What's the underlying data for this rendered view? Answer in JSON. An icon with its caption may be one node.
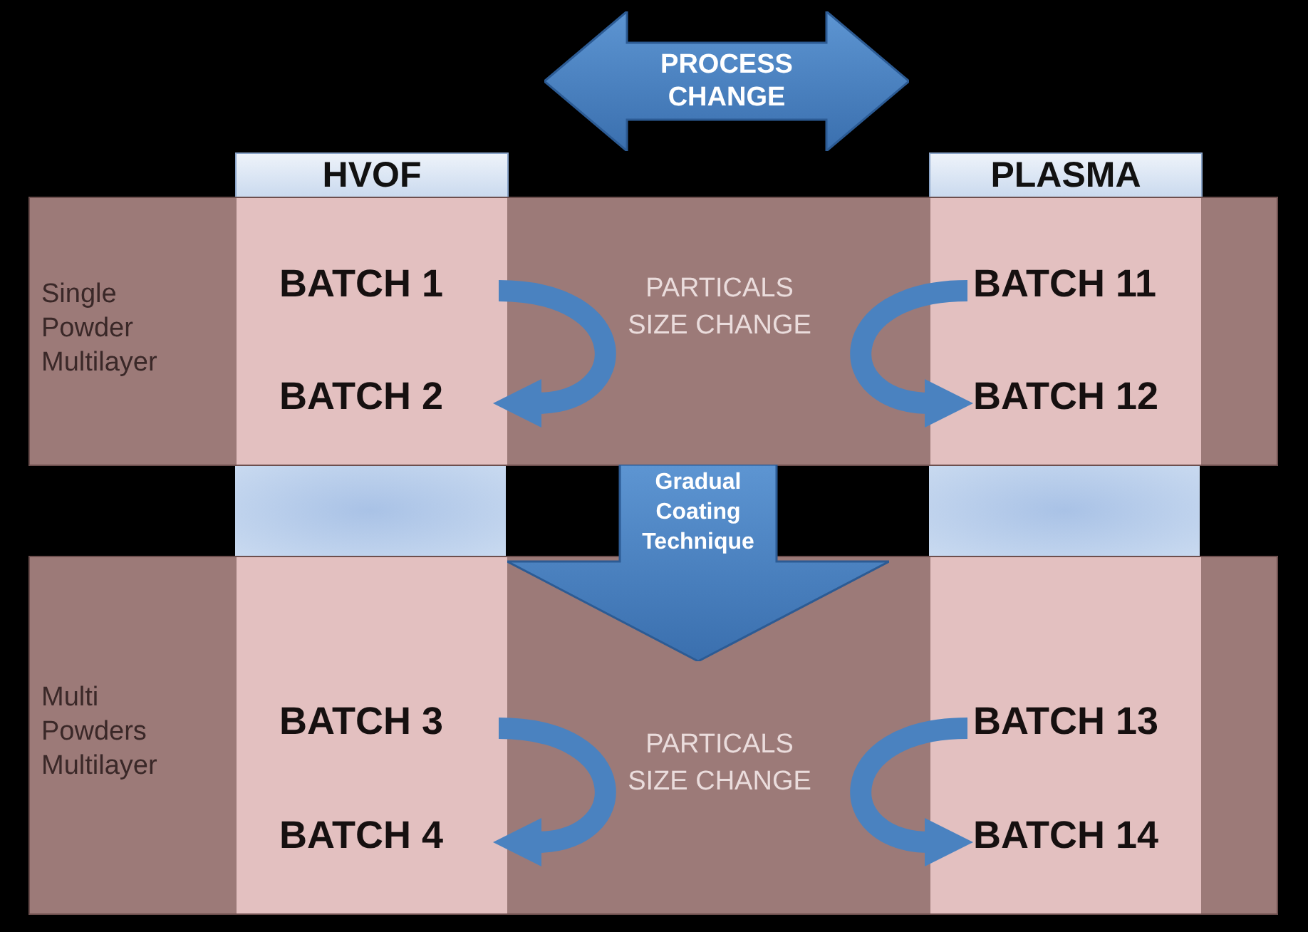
{
  "diagram": {
    "nodes": [
      {
        "text": [
          "PROCESS CHANGE"
        ]
      },
      {
        "text": [
          "HVOF"
        ]
      },
      {
        "text": [
          "PLASMA"
        ]
      },
      {
        "text": [
          "Single Powder Multilayer"
        ]
      },
      {
        "text": [
          "BATCH 1"
        ],
        "in": 3
      },
      {
        "text": [
          "BATCH 2"
        ],
        "in": 3
      },
      {
        "text": [
          "BATCH 11"
        ],
        "in": 3
      },
      {
        "text": [
          "BATCH 12"
        ],
        "in": 3
      },
      {
        "text": [
          "Gradual Coating Technique"
        ]
      },
      {
        "text": [
          "Multi Powders Multilayer"
        ]
      },
      {
        "text": [
          "BATCH 3"
        ],
        "in": 9
      },
      {
        "text": [
          "BATCH 4"
        ],
        "in": 9
      },
      {
        "text": [
          "BATCH 13"
        ],
        "in": 9
      },
      {
        "text": [
          "BATCH 14"
        ],
        "in": 9
      }
    ],
    "edges": [
      {
        "from": 4,
        "to": 5,
        "arrow": "to"
      },
      {
        "from": 6,
        "to": 7,
        "arrow": "to"
      },
      {
        "from": 10,
        "to": 11,
        "arrow": "to"
      },
      {
        "from": 12,
        "to": 13,
        "arrow": "to"
      }
    ],
    "labels": [
      "PARTICALS SIZE CHANGE",
      "PARTICALS SIZE CHANGE"
    ]
  }
}
